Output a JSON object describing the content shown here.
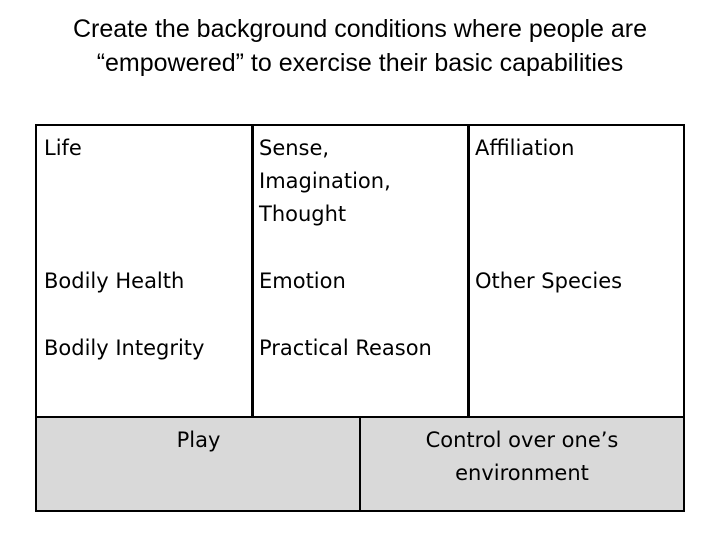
{
  "title": "Create the background conditions where people are “empowered” to exercise their basic capabilities",
  "grid": {
    "col1": [
      "Life",
      "Bodily Health",
      "Bodily Integrity"
    ],
    "col2": [
      "Sense, Imagination, Thought",
      "Emotion",
      "Practical Reason"
    ],
    "col3": [
      "Affiliation",
      "Other Species"
    ],
    "bottom_left": "Play",
    "bottom_right": "Control over one’s environment"
  }
}
